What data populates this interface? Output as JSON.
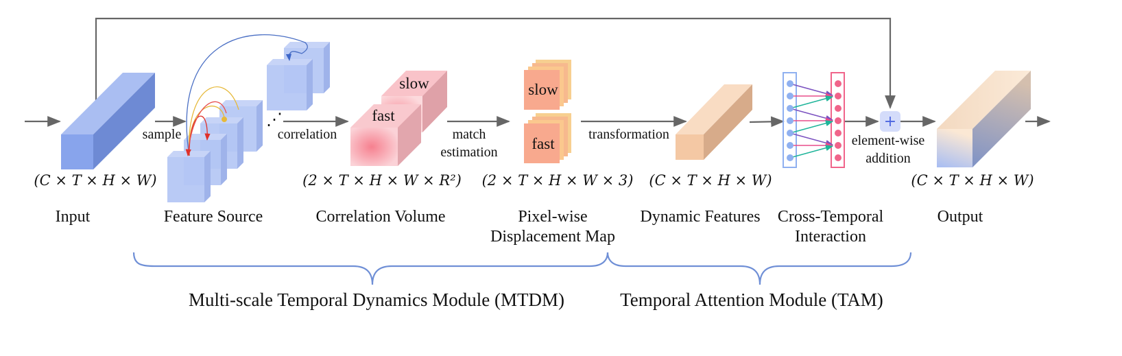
{
  "stages": {
    "input": {
      "label": "Input",
      "dims": "(C × T × H × W)"
    },
    "feature_source": {
      "label": "Feature Source"
    },
    "correlation_volume": {
      "label": "Correlation Volume",
      "dims": "(2 × T × H × W × R²)",
      "fast": "fast",
      "slow": "slow"
    },
    "displacement": {
      "label_line1": "Pixel-wise",
      "label_line2": "Displacement Map",
      "dims": "(2 × T × H × W × 3)",
      "fast": "fast",
      "slow": "slow"
    },
    "dynamic_features": {
      "label": "Dynamic Features",
      "dims": "(C × T × H × W)"
    },
    "cross_temporal": {
      "label_line1": "Cross-Temporal",
      "label_line2": "Interaction"
    },
    "output": {
      "label": "Output",
      "dims": "(C × T × H × W)"
    }
  },
  "edges": {
    "sample": "sample",
    "correlation": "correlation",
    "match_line1": "match",
    "match_line2": "estimation",
    "transformation": "transformation",
    "add_line1": "element-wise",
    "add_line2": "addition",
    "ellipsis": "⋰",
    "plus": "+"
  },
  "modules": {
    "mtdm": "Multi-scale Temporal Dynamics Module (MTDM)",
    "tam": "Temporal Attention Module (TAM)"
  },
  "colors": {
    "blue": "#8aa6ec",
    "blue_light": "#b4c6f5",
    "pink": "#f7a6b0",
    "orange": "#f9b88a",
    "peach": "#f4c8a4",
    "node_blue": "#8fb0f0",
    "node_pink": "#f0648a",
    "arrow": "#666666",
    "brace": "#6f8fd6"
  }
}
